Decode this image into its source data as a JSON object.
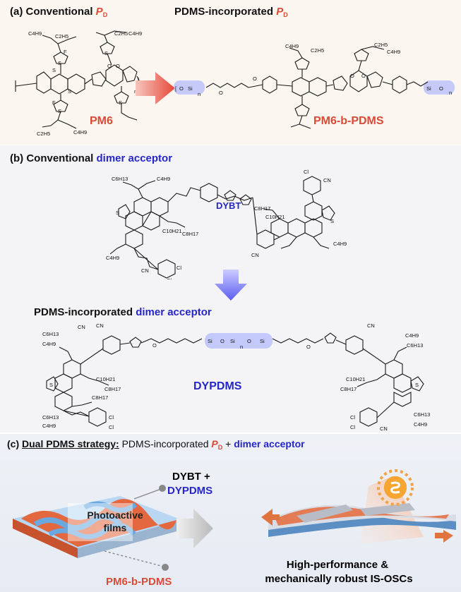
{
  "panel_a": {
    "title_prefix": "(a) Conventional ",
    "title_pd_letter": "P",
    "title_pd_sub": "D",
    "pdms_title_text": "PDMS-incorporated ",
    "pdms_title_pd_letter": "P",
    "pdms_title_pd_sub": "D",
    "pm6_label": "PM6",
    "pm6bpdms_label": "PM6-b-PDMS",
    "sub_c4h9": "C4H9",
    "sub_c2h5": "C2H5",
    "n": "n"
  },
  "panel_b": {
    "title_prefix": "(b) Conventional ",
    "title_accent": "dimer acceptor",
    "dybt_label": "DYBT",
    "pdms_title_text": "PDMS-incorporated ",
    "pdms_title_accent": "dimer acceptor",
    "dypdms_label": "DYPDMS",
    "sub_c6h13": "C6H13",
    "sub_c4h9": "C4H9",
    "sub_c10h21": "C10H21",
    "sub_c8h17": "C8H17",
    "cn": "CN",
    "cl": "Cl",
    "si": "Si",
    "o": "O",
    "s": "S",
    "n": "n"
  },
  "panel_c": {
    "title_prefix": "(c) ",
    "title_underlined": "Dual PDMS strategy:",
    "title_mid": " PDMS-incorporated ",
    "title_pd_letter": "P",
    "title_pd_sub": "D",
    "title_plus": " + ",
    "title_accent": "dimer acceptor",
    "dybt_plus": "DYBT +",
    "dypdms": "DYPDMS",
    "films_label": "Photoactive films",
    "pm6bpdms": "PM6-b-PDMS",
    "result_line1": "High-performance &",
    "result_line2": "mechanically robust IS-OSCs"
  },
  "colors": {
    "red": "#d94a37",
    "blue": "#2626c9",
    "pdms_highlight": "#9aa6ff",
    "film_orange": "#e3673f",
    "film_blue": "#6aa8e0"
  }
}
